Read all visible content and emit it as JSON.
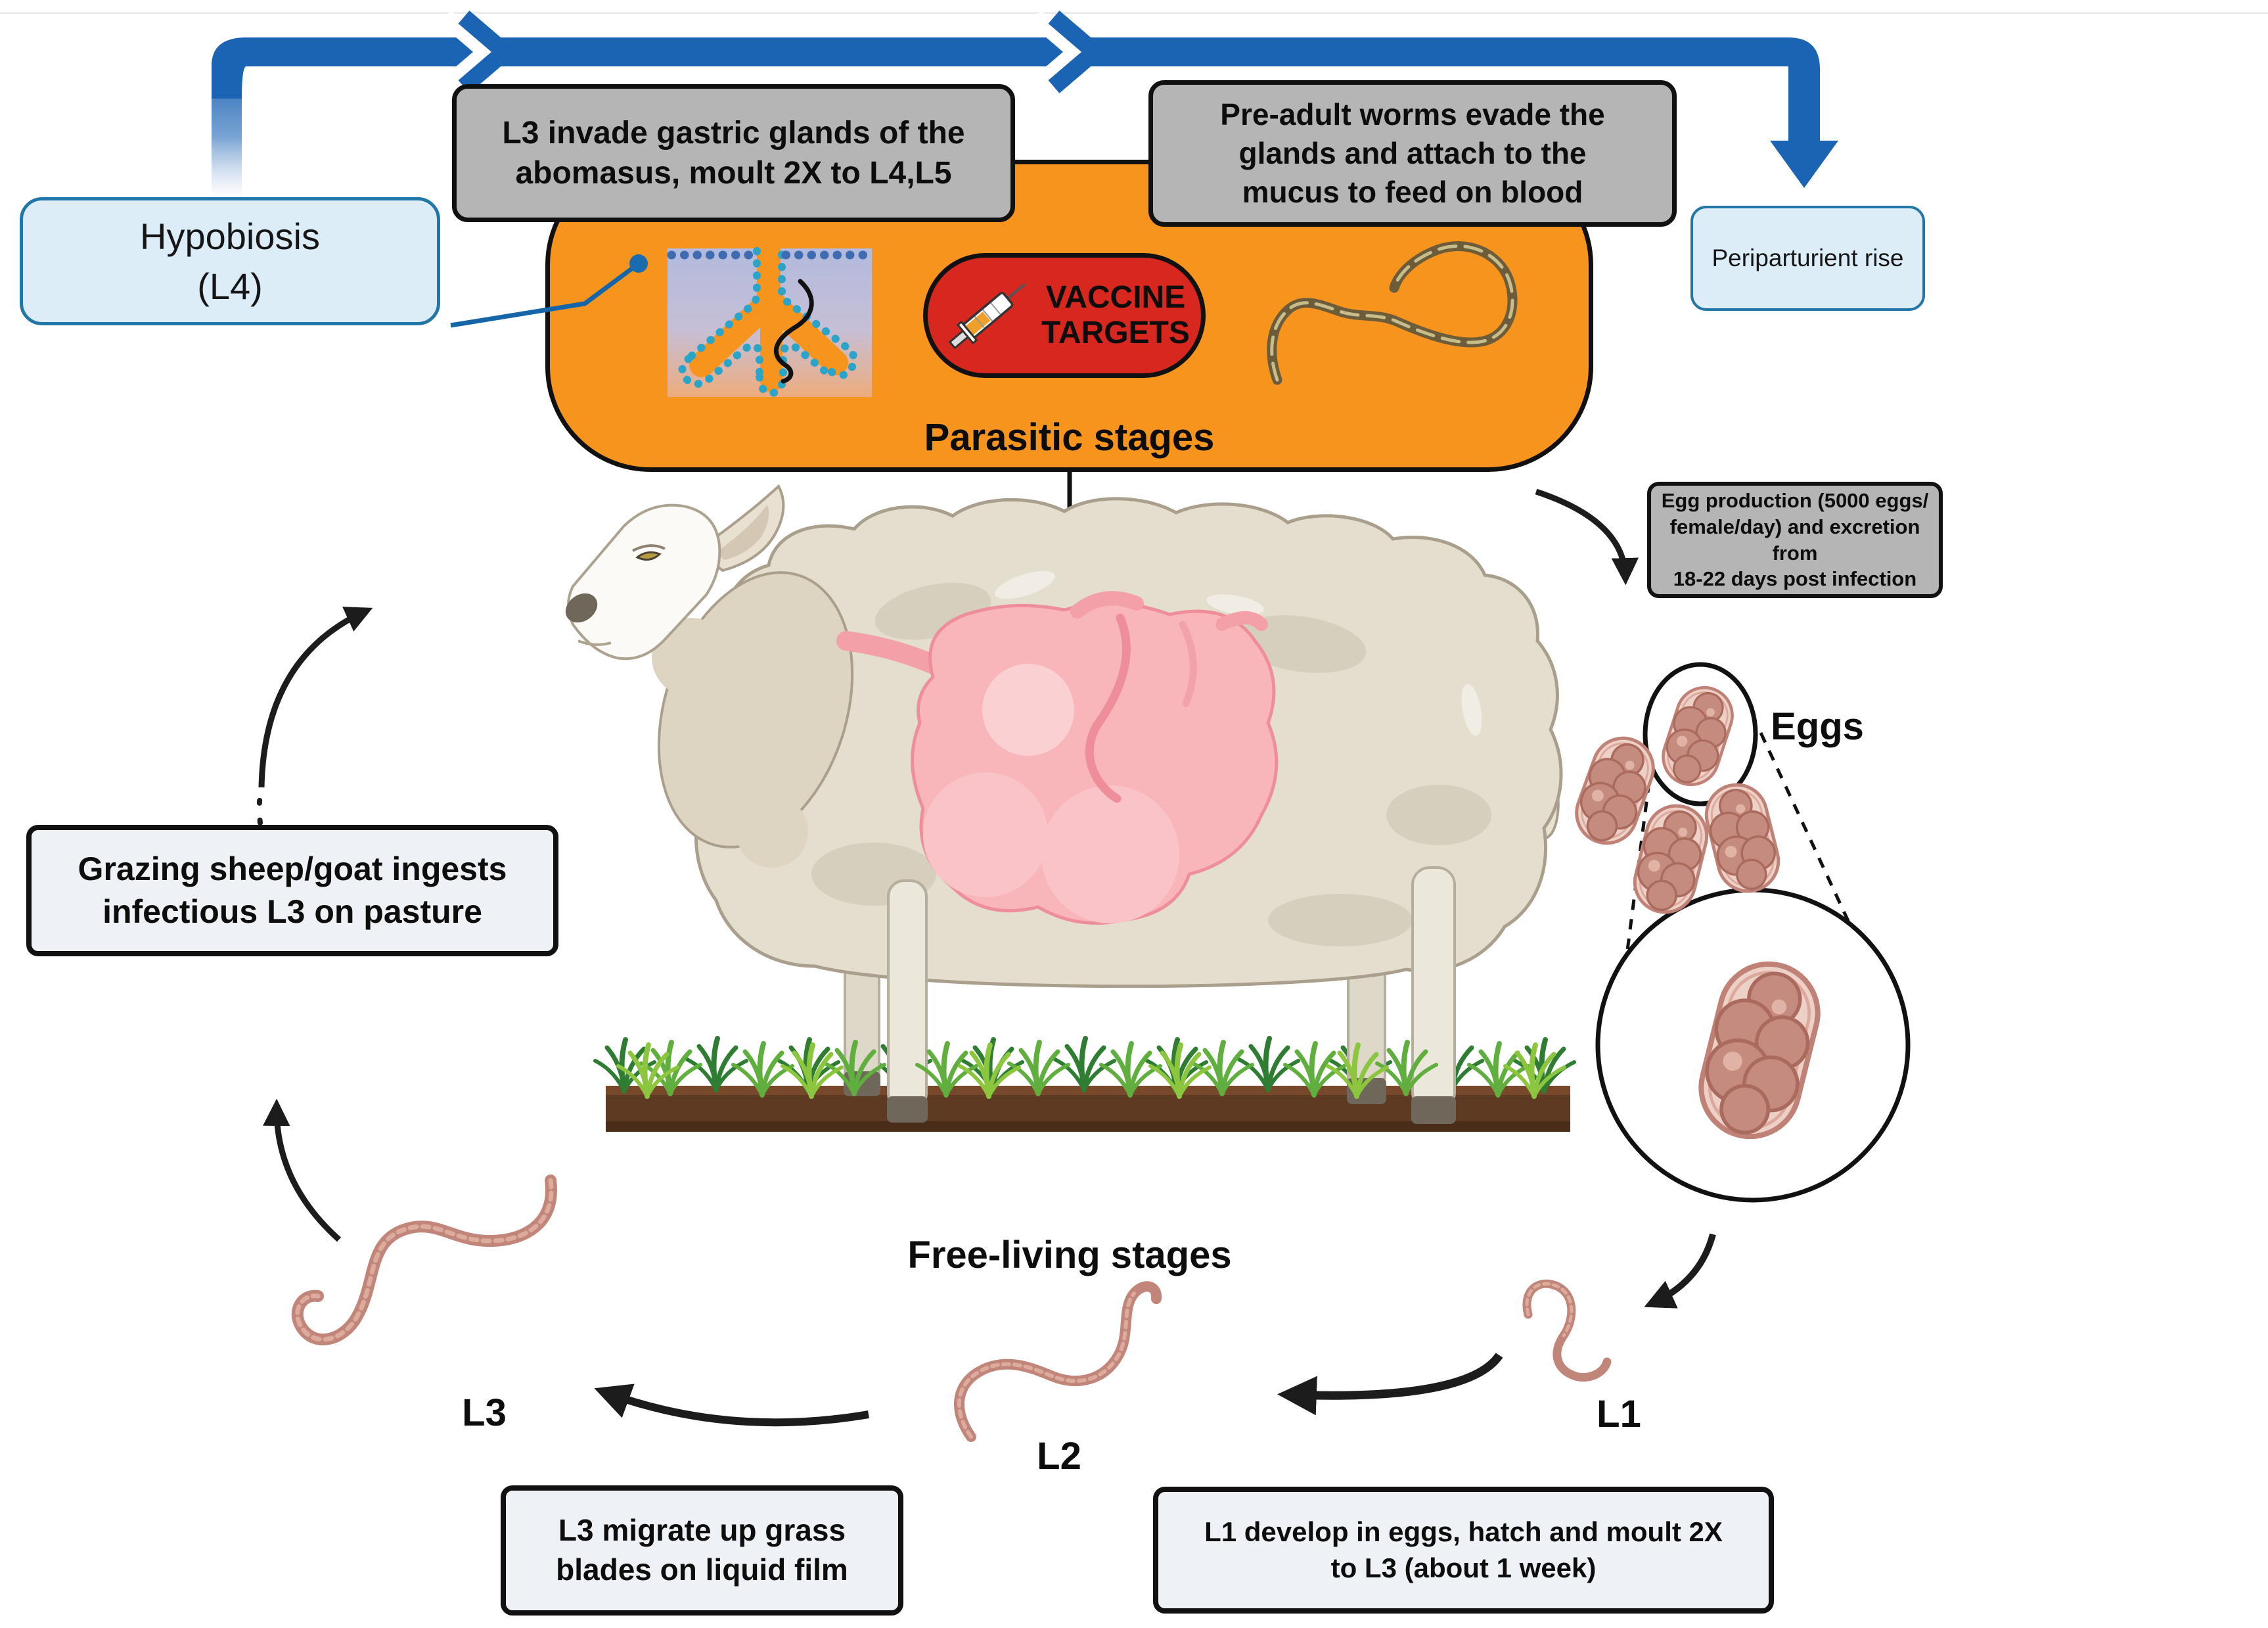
{
  "callouts": {
    "l3_invade": "L3 invade gastric glands of the\nabomasus, moult 2X to L4,L5",
    "pre_adult": "Pre-adult worms evade the\nglands and attach to the\nmucus to feed on blood",
    "egg_production": "Egg production (5000 eggs/\nfemale/day) and excretion from\n18-22 days post infection",
    "grazing": "Grazing sheep/goat ingests\ninfectious L3 on pasture",
    "l3_migrate": "L3 migrate up grass\nblades on liquid film",
    "l1_develop": "L1 develop in eggs, hatch and moult 2X\nto L3 (about 1 week)"
  },
  "states": {
    "hypobiosis": "Hypobiosis\n(L4)",
    "periparturient": "Periparturient rise"
  },
  "sections": {
    "parasitic": "Parasitic stages",
    "free_living": "Free-living stages"
  },
  "badges": {
    "vaccine_targets": "VACCINE\nTARGETS"
  },
  "stages": {
    "eggs": "Eggs",
    "l1": "L1",
    "l2": "L2",
    "l3": "L3"
  },
  "icons": {
    "syringe": "syringe-icon",
    "flow_arrow": "flow-arrow-blue",
    "magnifier_small": "magnifier-circle-small",
    "magnifier_large": "magnifier-circle-large",
    "gastric_gland": "gastric-gland-illustration",
    "adult_worm": "adult-worm-illustration",
    "sheep": "sheep-illustration"
  },
  "colors": {
    "flow_blue": "#1b64b4",
    "parasitic_orange": "#f7941e",
    "vaccine_red": "#d7271e",
    "callout_gray": "#b5b5b5",
    "state_fill": "#dcedf8",
    "state_border": "#2277a8",
    "egg_shell": "#edd0c6",
    "egg_cell": "#c68b7f",
    "worm_pink": "#c2857a",
    "stomach_pink": "#f8b6bb",
    "soil_brown": "#5e3a22",
    "grass_green": "#5fae3e",
    "arrow_black": "#1c1c1c"
  }
}
